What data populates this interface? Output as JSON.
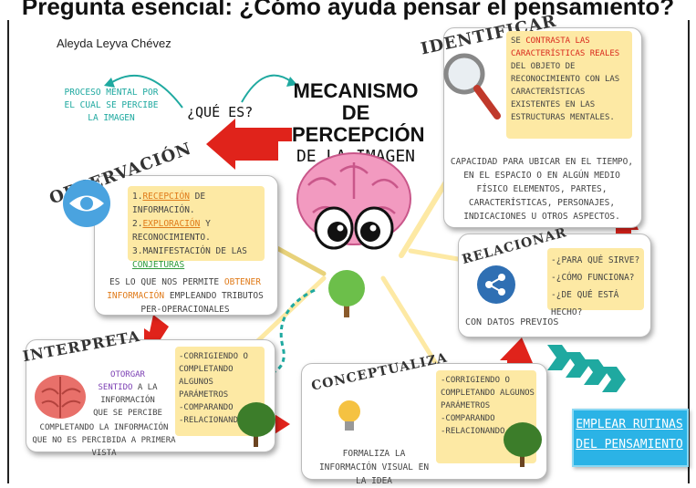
{
  "title": "Pregunta esencial: ¿Cómo ayuda pensar el pensamiento?",
  "author": "Aleyda Leyva Chévez",
  "center": {
    "line1": "MECANISMO",
    "line2": "DE PERCEPCIÓN",
    "line3": "DE LA IMAGEN"
  },
  "que_es": "¿QUÉ ES?",
  "definition": "PROCESO MENTAL POR EL CUAL SE PERCIBE LA IMAGEN",
  "identificar": {
    "heading": "IDENTIFICAR",
    "note_pre": "SE ",
    "note_hl": "CONTRASTA LAS CARACTERÍSTICAS REALES",
    "note_post": " DEL OBJETO DE RECONOCIMIENTO CON LAS CARACTERÍSTICAS EXISTENTES EN LAS ESTRUCTURAS MENTALES.",
    "body": "CAPACIDAD PARA UBICAR EN EL TIEMPO, EN EL ESPACIO O EN ALGÚN MEDIO FÍSICO ELEMENTOS, PARTES, CARACTERÍSTICAS, PERSONAJES, INDICACIONES U OTROS ASPECTOS."
  },
  "observacion": {
    "heading": "OBSERVACIÓN",
    "i1_num": "1.",
    "i1_hl": "RECEPCIÓN",
    "i1_rest": " DE INFORMACIÓN.",
    "i2_num": "2.",
    "i2_hl": "EXPLORACIÓN",
    "i2_rest": " Y RECONOCIMIENTO.",
    "i3_pre": "3.MANIFESTACIÓN DE LAS ",
    "i3_hl": "CONJETURAS",
    "body_pre": "ES LO QUE NOS PERMITE ",
    "body_hl": "OBTENER INFORMACIÓN",
    "body_post": " EMPLEANDO TRIBUTOS PER-OPERACIONALES"
  },
  "relacionar": {
    "heading": "RELACIONAR",
    "q1": "-¿PARA QUÉ SIRVE?",
    "q2": "-¿CÓMO FUNCIONA?",
    "q3": "-¿DE QUÉ ESTÁ HECHO?",
    "body": "CON DATOS PREVIOS"
  },
  "interpreta": {
    "heading": "INTERPRETA",
    "hl": "OTORGAR SENTIDO",
    "rest": " A LA INFORMACIÓN QUE SE PERCIBE",
    "body": "COMPLETANDO LA INFORMACIÓN QUE NO ES PERCIBIDA A PRIMERA VISTA",
    "n1": "-CORRIGIENDO O COMPLETANDO ALGUNOS PARÁMETROS",
    "n2": "-COMPARANDO",
    "n3": "-RELACIONANDO"
  },
  "conceptualiza": {
    "heading": "CONCEPTUALIZA",
    "body": "FORMALIZA LA INFORMACIÓN VISUAL EN LA IDEA",
    "n1": "-CORRIGIENDO O COMPLETANDO ALGUNOS PARÁMETROS",
    "n2": "-COMPARANDO",
    "n3": "-RELACIONANDO"
  },
  "emplear": {
    "line1": "EMPLEAR RUTINAS",
    "line2": "DEL PENSAMIENTO"
  },
  "colors": {
    "note": "#fde9a4",
    "arrow": "#e0231b",
    "teal": "#1fa9a0",
    "brain": "#f29ac0"
  }
}
